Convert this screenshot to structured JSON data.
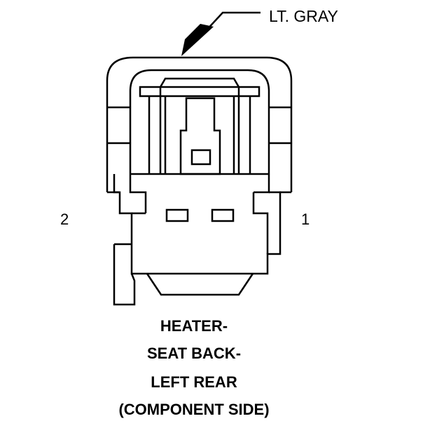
{
  "callout": {
    "wire_color": "LT. GRAY"
  },
  "pins": {
    "left": "2",
    "right": "1"
  },
  "title": {
    "line1": "HEATER-",
    "line2": "SEAT BACK-",
    "line3": "LEFT REAR",
    "line4": "(COMPONENT SIDE)"
  },
  "colors": {
    "stroke": "#000000",
    "background": "#ffffff"
  },
  "icons": {
    "callout_arrow": "arrow-pointer-icon",
    "connector": "connector-outline-icon"
  }
}
